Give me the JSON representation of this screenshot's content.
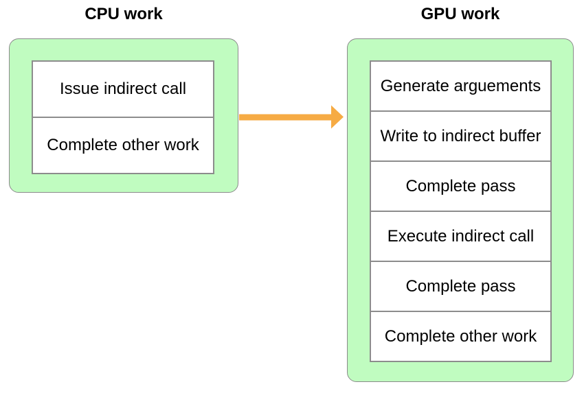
{
  "diagram": {
    "cpu": {
      "title": "CPU work",
      "steps": [
        "Issue indirect call",
        "Complete other work"
      ]
    },
    "gpu": {
      "title": "GPU work",
      "steps": [
        "Generate arguements",
        "Write to indirect buffer",
        "Complete pass",
        "Execute indirect call",
        "Complete pass",
        "Complete other work"
      ]
    },
    "arrow": {
      "description": "arrow from CPU work to GPU work",
      "direction": "right",
      "color": "#f6ab44"
    },
    "colors": {
      "container_fill": "#c0fcc0",
      "container_border": "#8a8a8a",
      "box_border": "#8c8c8c",
      "text": "#000000",
      "background": "#ffffff"
    }
  }
}
